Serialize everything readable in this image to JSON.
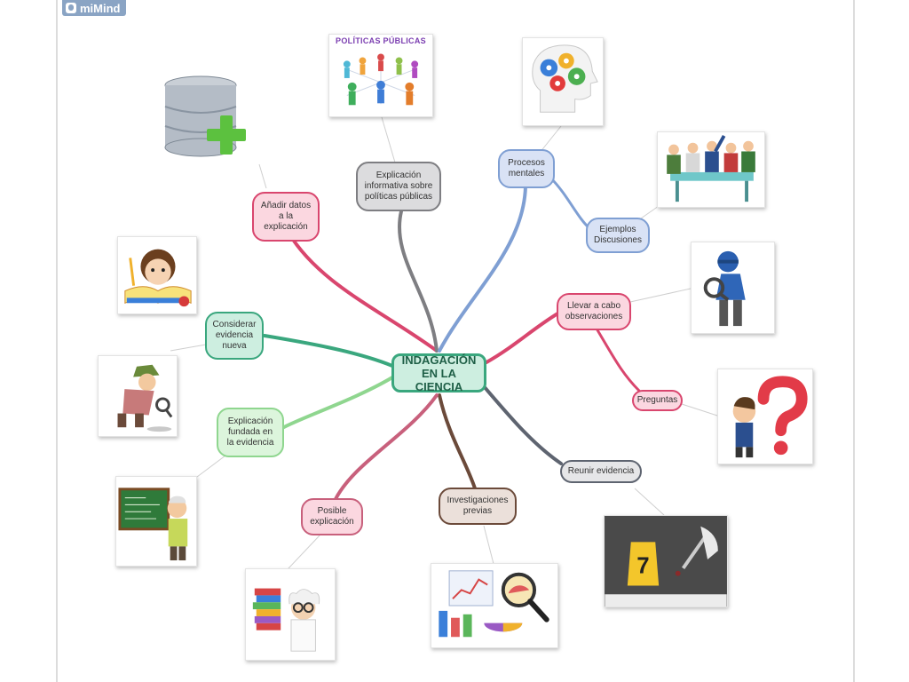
{
  "app": {
    "brand": "miMind"
  },
  "center": {
    "label": "INDAGACIÓN\nEN LA CIENCIA"
  },
  "nodes": {
    "anadir": {
      "label": "Añadir datos\na la\nexplicación"
    },
    "explicacion_info": {
      "label": "Explicación\ninformativa sobre\npolíticas públicas"
    },
    "procesos": {
      "label": "Procesos\nmentales"
    },
    "ejemplos": {
      "label": "Ejemplos\nDiscusiones"
    },
    "llevar": {
      "label": "Llevar a cabo\nobservaciones"
    },
    "preguntas": {
      "label": "Preguntas"
    },
    "reunir": {
      "label": "Reunir evidencia"
    },
    "investigaciones": {
      "label": "Investigaciones\nprevias"
    },
    "posible": {
      "label": "Posible\nexplicación"
    },
    "fundada": {
      "label": "Explicación\nfundada en\nla evidencia"
    },
    "considerar": {
      "label": "Considerar\nevidencia\nnueva"
    }
  },
  "images": {
    "politicas_title": "POLÍTICAS PÚBLICAS",
    "evidence_number": "7"
  },
  "colors": {
    "pink": "#d9466e",
    "gray": "#7e7e82",
    "blue": "#7f9fd3",
    "green": "#3aa77e",
    "lightgreen": "#8fd68f",
    "brown": "#6b4a3a",
    "rose": "#c8607c",
    "slate": "#5e6470"
  }
}
